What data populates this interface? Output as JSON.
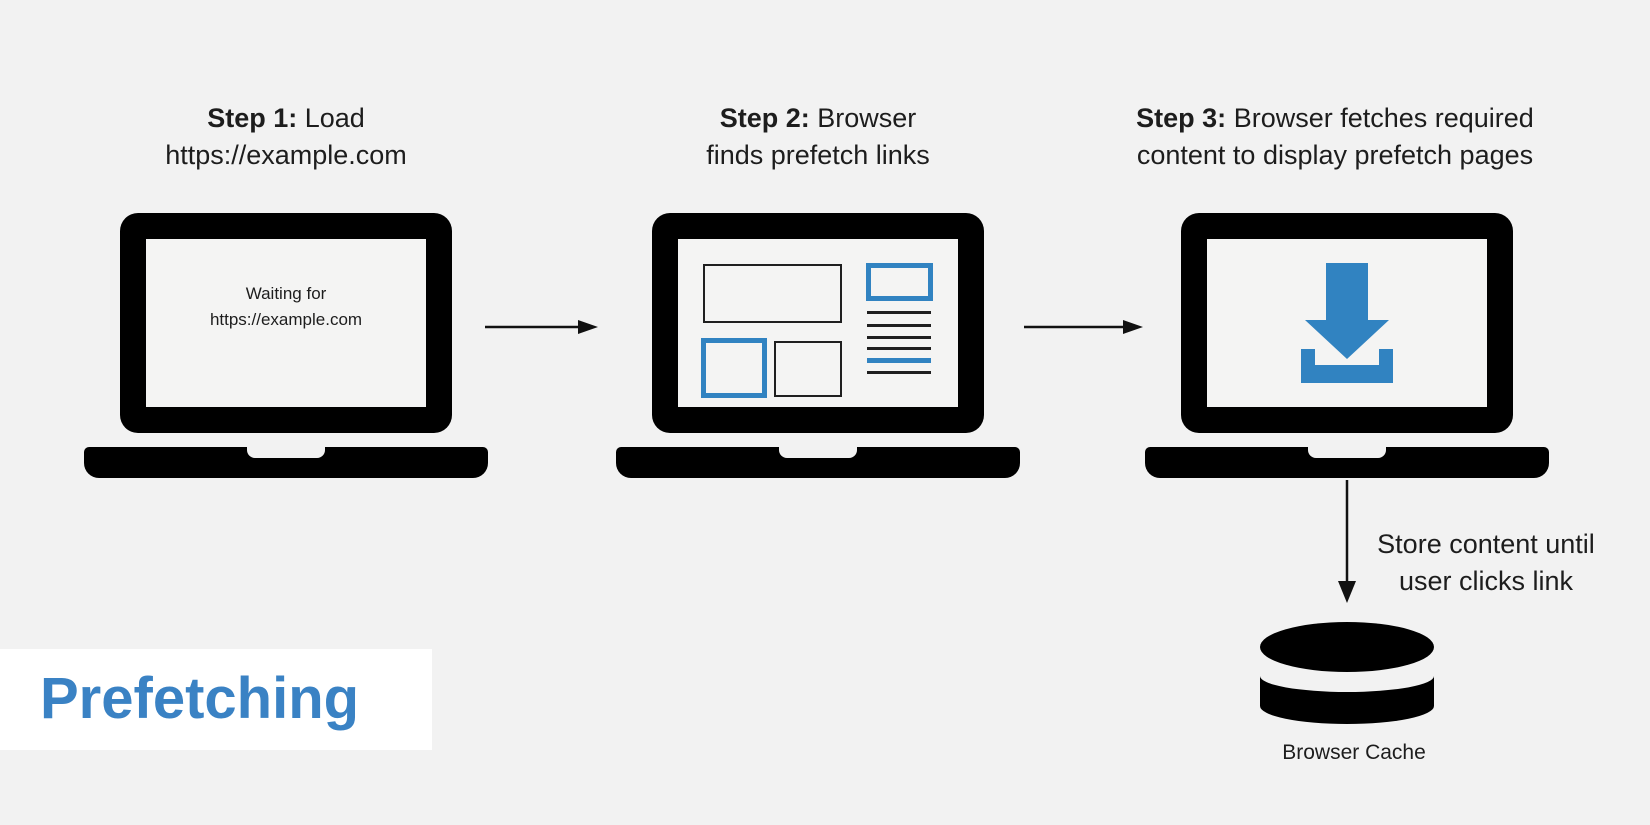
{
  "colors": {
    "background": "#f2f2f2",
    "laptop_black": "#000000",
    "accent_blue": "#3183c1",
    "brand_blue": "#3a82c4",
    "panel_white": "#ffffff",
    "text": "#1d1d1d"
  },
  "brand": {
    "label": "Prefetching"
  },
  "steps": [
    {
      "title_bold": "Step 1:",
      "title_rest": " Load",
      "title_line2": "https://example.com",
      "icon": "laptop-icon",
      "screen": {
        "line1": "Waiting for",
        "line2": "https://example.com"
      }
    },
    {
      "title_bold": "Step 2:",
      "title_rest": " Browser",
      "title_line2": "finds prefetch links",
      "icon": "laptop-wireframe-icon"
    },
    {
      "title_bold": "Step 3:",
      "title_rest": " Browser fetches required",
      "title_line2": "content to display prefetch pages",
      "icon": "laptop-download-icon"
    }
  ],
  "cache": {
    "note_line1": "Store content until",
    "note_line2": "user clicks link",
    "label": "Browser Cache",
    "icon": "database-icon"
  },
  "arrow_icons": [
    "arrow-right-icon",
    "arrow-right-icon",
    "arrow-down-icon"
  ]
}
